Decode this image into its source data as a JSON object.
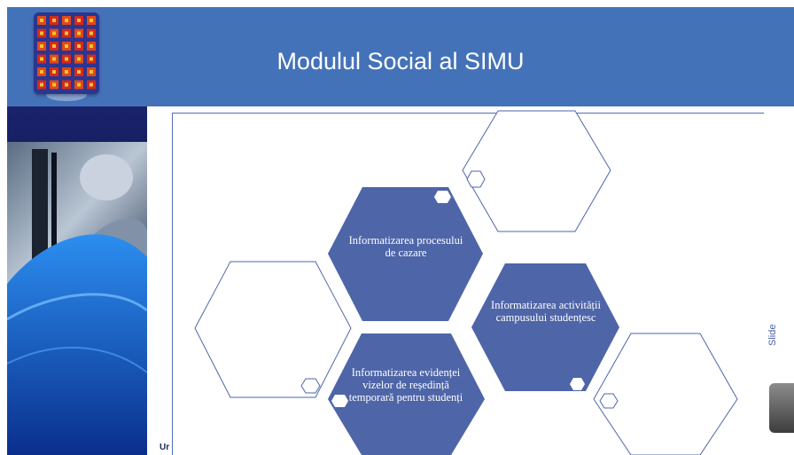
{
  "header": {
    "title": "Modulul Social al SIMU",
    "background": "#4472b8"
  },
  "diagram": {
    "fill_color": "#4e65a8",
    "outline_color": "#4e65a8",
    "items": [
      {
        "label": "Informatizarea procesului de cazare"
      },
      {
        "label": "Informatizarea activității campusului studențesc"
      },
      {
        "label": "Informatizarea evidenței vizelor de reședință temporară pentru studenți"
      }
    ]
  },
  "footer": {
    "partial_text": "Ur"
  },
  "right_edge": {
    "partial_text": "Slide"
  }
}
